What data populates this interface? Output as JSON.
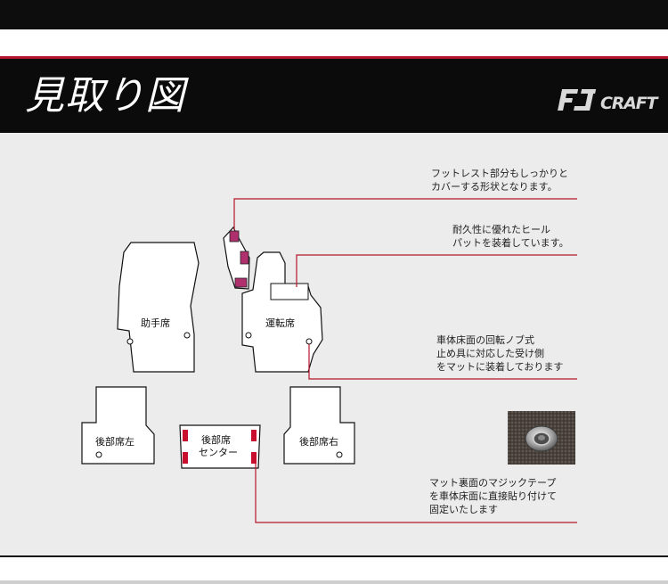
{
  "header": {
    "title": "見取り図",
    "brand_logo_text": "FJ CRAFT"
  },
  "mats": {
    "passenger": "助手席",
    "driver": "運転席",
    "rear_left": "後部席左",
    "rear_center_line1": "後部席",
    "rear_center_line2": "センター",
    "rear_right": "後部席右"
  },
  "annotations": {
    "footrest": [
      "フットレスト部分もしっかりと",
      "カバーする形状となります。"
    ],
    "heel_pad": [
      "耐久性に優れたヒール",
      "パットを装着しています。"
    ],
    "knob": [
      "車体床面の回転ノブ式",
      "止め具に対応した受け側",
      "をマットに装着しております"
    ],
    "velcro": [
      "マット裏面のマジックテープ",
      "を車体床面に直接貼り付けて",
      "固定いたします"
    ]
  },
  "colors": {
    "accent_red": "#b3162a",
    "velcro_magenta": "#b0306e",
    "header_black": "#0b0b0b",
    "background_gray": "#ececec"
  }
}
